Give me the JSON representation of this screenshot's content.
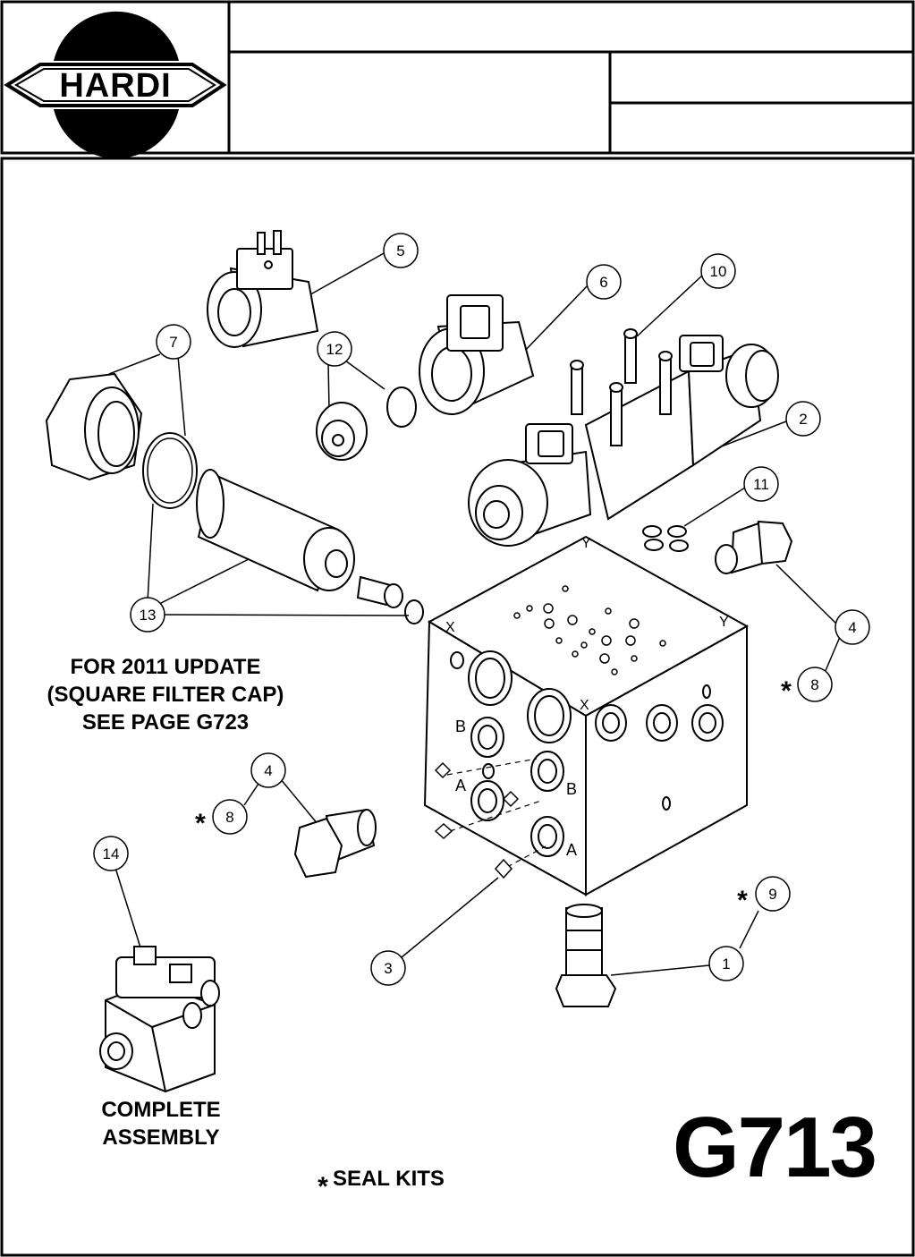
{
  "header": {
    "logo_text": "HARDI",
    "title_cell": "",
    "description_cell": "",
    "ref_cell_top": "",
    "ref_cell_bottom": ""
  },
  "callouts": {
    "c1": "1",
    "c2": "2",
    "c3": "3",
    "c4a": "4",
    "c4b": "4",
    "c5": "5",
    "c6": "6",
    "c7": "7",
    "c8a": "8",
    "c8b": "8",
    "c9": "9",
    "c10": "10",
    "c11": "11",
    "c12": "12",
    "c13": "13",
    "c14": "14"
  },
  "seal_star": "*",
  "port_labels": {
    "a": "A",
    "b": "B",
    "x": "X",
    "y": "Y"
  },
  "notes": {
    "update_note": "FOR 2011 UPDATE\n(SQUARE FILTER CAP)\nSEE PAGE G723",
    "complete_assembly": "COMPLETE\nASSEMBLY",
    "seal_kits": "SEAL KITS"
  },
  "page_code": "G713"
}
